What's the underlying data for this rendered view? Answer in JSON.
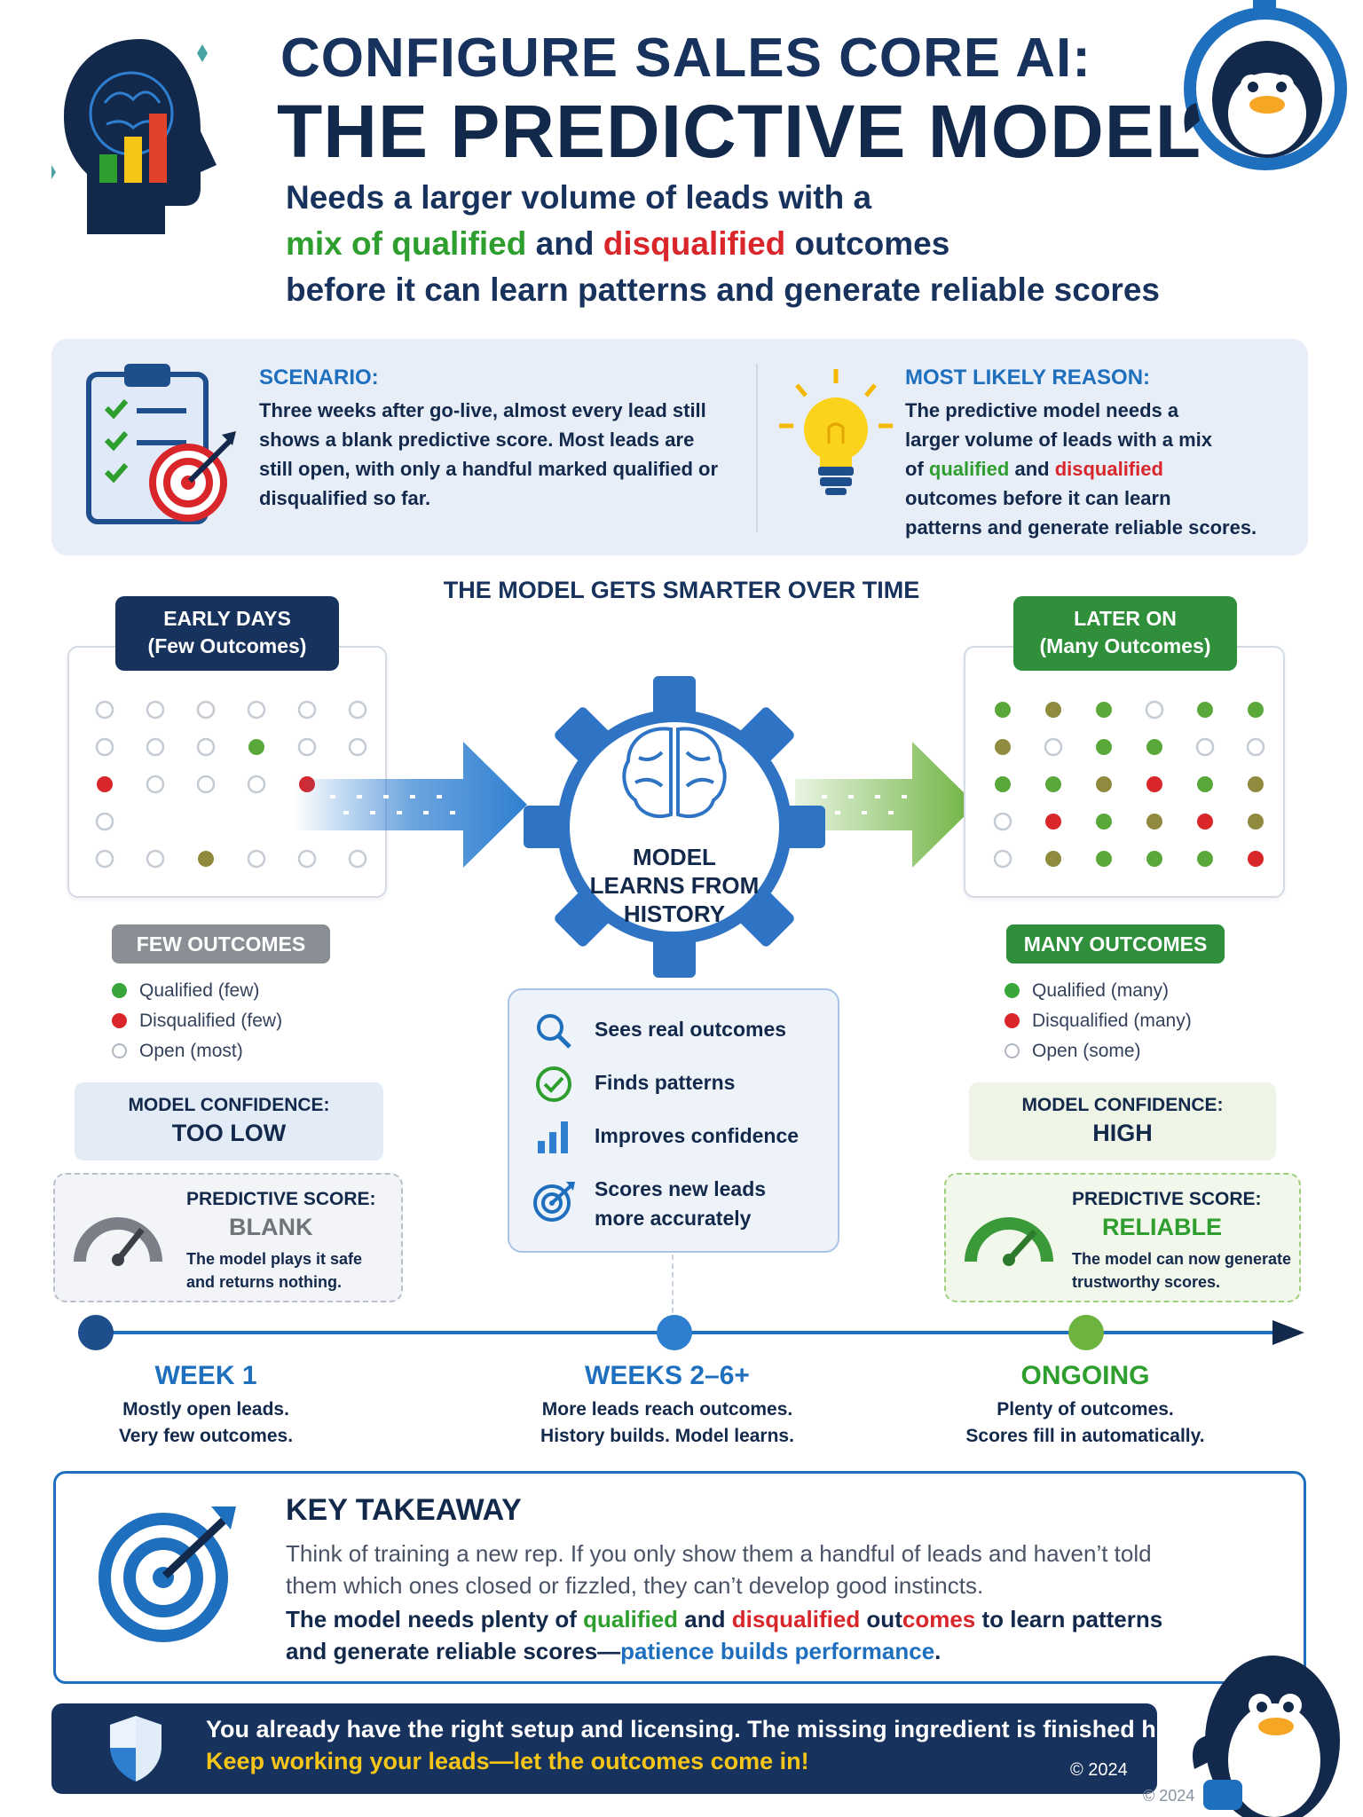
{
  "header": {
    "title_line1": "CONFIGURE SALES CORE AI:",
    "title_line2": "THE PREDICTIVE MODEL",
    "subtitle_line1": "Needs a larger volume of leads with a",
    "subtitle_line2_green": "mix of qualified",
    "subtitle_line2_and": " and ",
    "subtitle_line2_red": "disqualified",
    "subtitle_line2_end": " outcomes",
    "subtitle_line3": "before it can learn patterns and generate reliable scores"
  },
  "scenario": {
    "title": "SCENARIO:",
    "text": "Three weeks after go-live, almost every lead still shows a blank predictive score. Most leads are still open, with only a handful marked qualified or disqualified so far."
  },
  "reason": {
    "title": "MOST LIKELY REASON:",
    "line1": "The predictive model needs a",
    "line2": "larger volume of leads with a mix",
    "line3_of": "of ",
    "line3_green": "qualified",
    "line3_and": " and ",
    "line3_red": "disqualified",
    "line4": "outcomes before it can learn",
    "line5": "patterns and generate reliable scores."
  },
  "section_title": "THE MODEL GETS SMARTER OVER TIME",
  "early": {
    "tag_line1": "EARLY DAYS",
    "tag_line2": "(Few Outcomes)",
    "pill": "FEW OUTCOMES",
    "legend": [
      "Qualified (few)",
      "Disqualified (few)",
      "Open (most)"
    ],
    "confidence_label": "MODEL CONFIDENCE:",
    "confidence_value": "TOO LOW",
    "score_label": "PREDICTIVE SCORE:",
    "score_value": "BLANK",
    "score_desc1": "The model plays it safe",
    "score_desc2": "and returns nothing."
  },
  "later": {
    "tag_line1": "LATER ON",
    "tag_line2": "(Many Outcomes)",
    "pill": "MANY OUTCOMES",
    "legend": [
      "Qualified (many)",
      "Disqualified (many)",
      "Open (some)"
    ],
    "confidence_label": "MODEL CONFIDENCE:",
    "confidence_value": "HIGH",
    "score_label": "PREDICTIVE SCORE:",
    "score_value": "RELIABLE",
    "score_desc1": "The model can now generate",
    "score_desc2": "trustworthy scores."
  },
  "gear": {
    "line1": "MODEL",
    "line2": "LEARNS FROM",
    "line3": "HISTORY"
  },
  "steps": [
    {
      "text": "Sees real outcomes",
      "icon": "search-icon"
    },
    {
      "text": "Finds patterns",
      "icon": "check-circle-icon"
    },
    {
      "text": "Improves confidence",
      "icon": "bar-chart-icon"
    },
    {
      "text": "Scores new leads",
      "text2": "more accurately",
      "icon": "target-icon"
    }
  ],
  "timeline": [
    {
      "heading": "WEEK 1",
      "line1": "Mostly open leads.",
      "line2": "Very few outcomes."
    },
    {
      "heading": "WEEKS 2–6+",
      "line1": "More leads reach outcomes.",
      "line2": "History builds. Model learns."
    },
    {
      "heading": "ONGOING",
      "line1": "Plenty of outcomes.",
      "line2": "Scores fill in automatically."
    }
  ],
  "takeaway": {
    "title": "KEY TAKEAWAY",
    "line1": "Think of training a new rep. If you only show them a handful of leads and haven’t told",
    "line2": "them which ones closed or fizzled, they can’t develop good instincts.",
    "line3_a": "The model needs plenty of ",
    "line3_green": "qualified",
    "line3_b": " and ",
    "line3_red1": "disqualified",
    "line3_c": " out",
    "line3_red2": "comes",
    "line3_d": " to learn patterns",
    "line4_a": "and generate reliable scores—",
    "line4_blue": "patience builds performance",
    "line4_end": "."
  },
  "banner": {
    "line1": "You already have the right setup and licensing. The missing ingredient is finished history.",
    "line2": "Keep working your leads—let the outcomes come in!",
    "copyright": "© 2024",
    "copyright_small": "© 2024"
  },
  "colors": {
    "navy": "#13294b",
    "blue": "#1f6fbf",
    "green": "#2e9e2e",
    "red": "#d8262b",
    "yellow": "#f5c518"
  },
  "dots": {
    "early": [
      [
        "o",
        "o",
        "o",
        "o",
        "o",
        "o"
      ],
      [
        "o",
        "o",
        "o",
        "q",
        "o",
        "o"
      ],
      [
        "d",
        "o",
        "o",
        "o",
        "d",
        ""
      ],
      [
        "o",
        "",
        "",
        "",
        "",
        ""
      ],
      [
        "o",
        "o",
        "b",
        "o",
        "o",
        "o"
      ]
    ],
    "later": [
      [
        "q",
        "b",
        "q",
        "o",
        "q",
        "q"
      ],
      [
        "b",
        "o",
        "q",
        "q",
        "o",
        "o"
      ],
      [
        "q",
        "q",
        "b",
        "d",
        "q",
        "b"
      ],
      [
        "o",
        "d",
        "q",
        "b",
        "d",
        "b"
      ],
      [
        "o",
        "b",
        "q",
        "q",
        "q",
        "d"
      ]
    ]
  }
}
